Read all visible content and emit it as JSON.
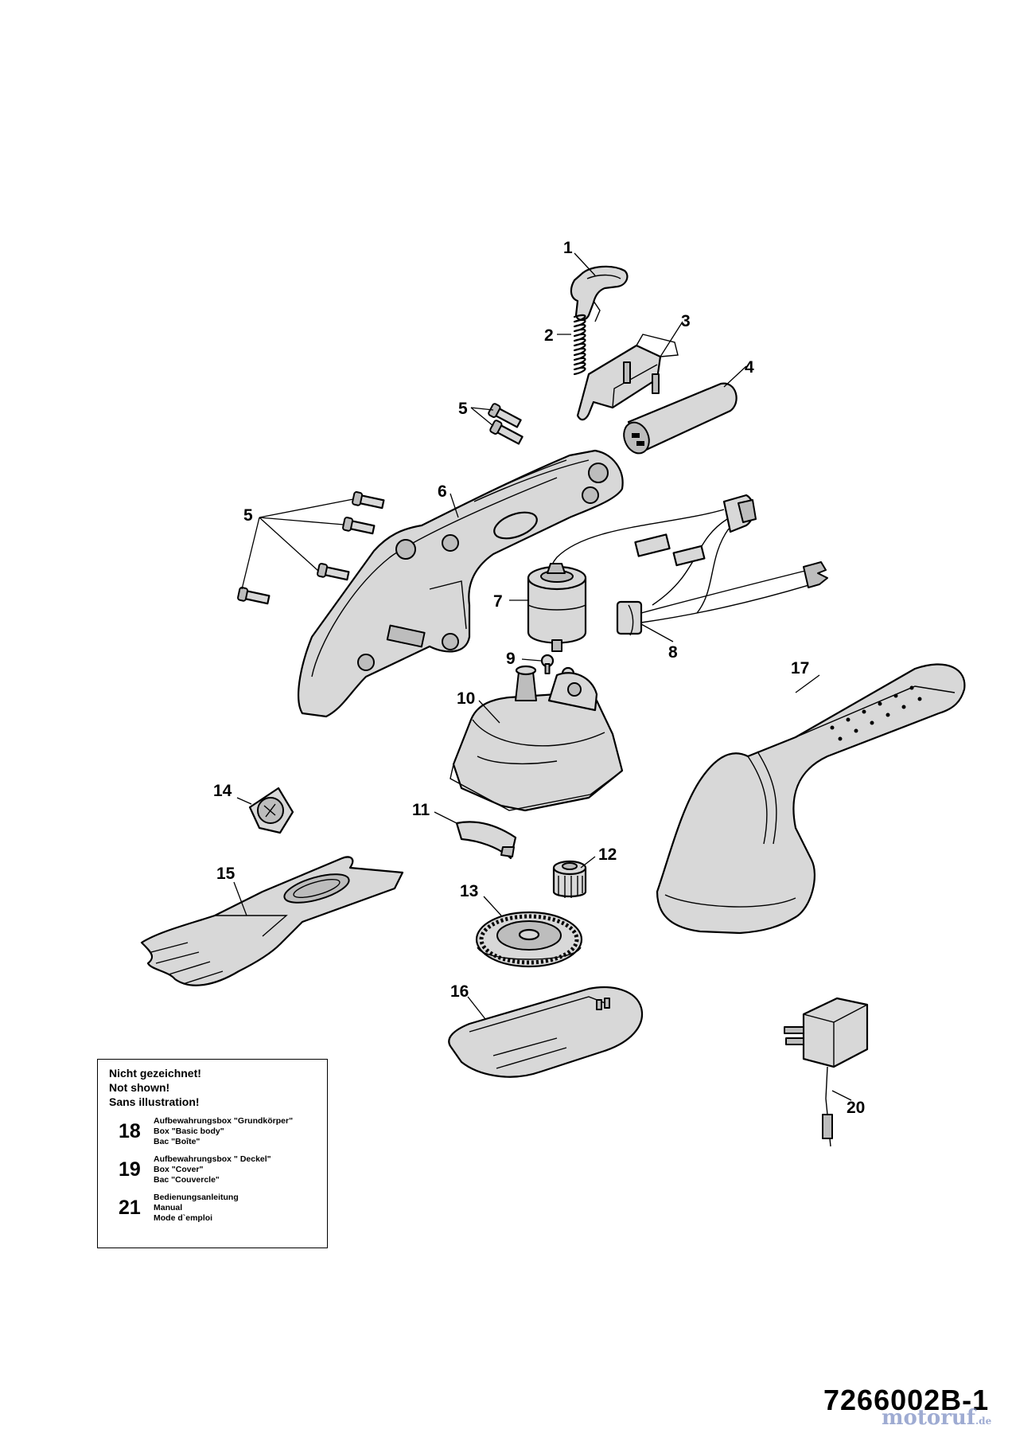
{
  "parts": [
    {
      "id": "1",
      "label": "1"
    },
    {
      "id": "2",
      "label": "2"
    },
    {
      "id": "3",
      "label": "3"
    },
    {
      "id": "4",
      "label": "4"
    },
    {
      "id": "5a",
      "label": "5"
    },
    {
      "id": "5b",
      "label": "5"
    },
    {
      "id": "6",
      "label": "6"
    },
    {
      "id": "7",
      "label": "7"
    },
    {
      "id": "8",
      "label": "8"
    },
    {
      "id": "9",
      "label": "9"
    },
    {
      "id": "10",
      "label": "10"
    },
    {
      "id": "11",
      "label": "11"
    },
    {
      "id": "12",
      "label": "12"
    },
    {
      "id": "13",
      "label": "13"
    },
    {
      "id": "14",
      "label": "14"
    },
    {
      "id": "15",
      "label": "15"
    },
    {
      "id": "16",
      "label": "16"
    },
    {
      "id": "17",
      "label": "17"
    },
    {
      "id": "20",
      "label": "20"
    }
  ],
  "legend": {
    "header": [
      "Nicht gezeichnet!",
      "Not shown!",
      "Sans illustration!"
    ],
    "items": [
      {
        "number": "18",
        "lines": [
          "Aufbewahrungsbox \"Grundkörper\"",
          "Box \"Basic body\"",
          "Bac \"Boîte\""
        ]
      },
      {
        "number": "19",
        "lines": [
          "Aufbewahrungsbox \" Deckel\"",
          "Box \"Cover\"",
          "Bac \"Couvercle\""
        ]
      },
      {
        "number": "21",
        "lines": [
          "Bedienungsanleitung",
          "Manual",
          "Mode d`emploi"
        ]
      }
    ]
  },
  "drawing_number": "7266002B-1",
  "watermark": {
    "text": "motoruf",
    "domain": ".de",
    "color": "#7e8fc4"
  }
}
